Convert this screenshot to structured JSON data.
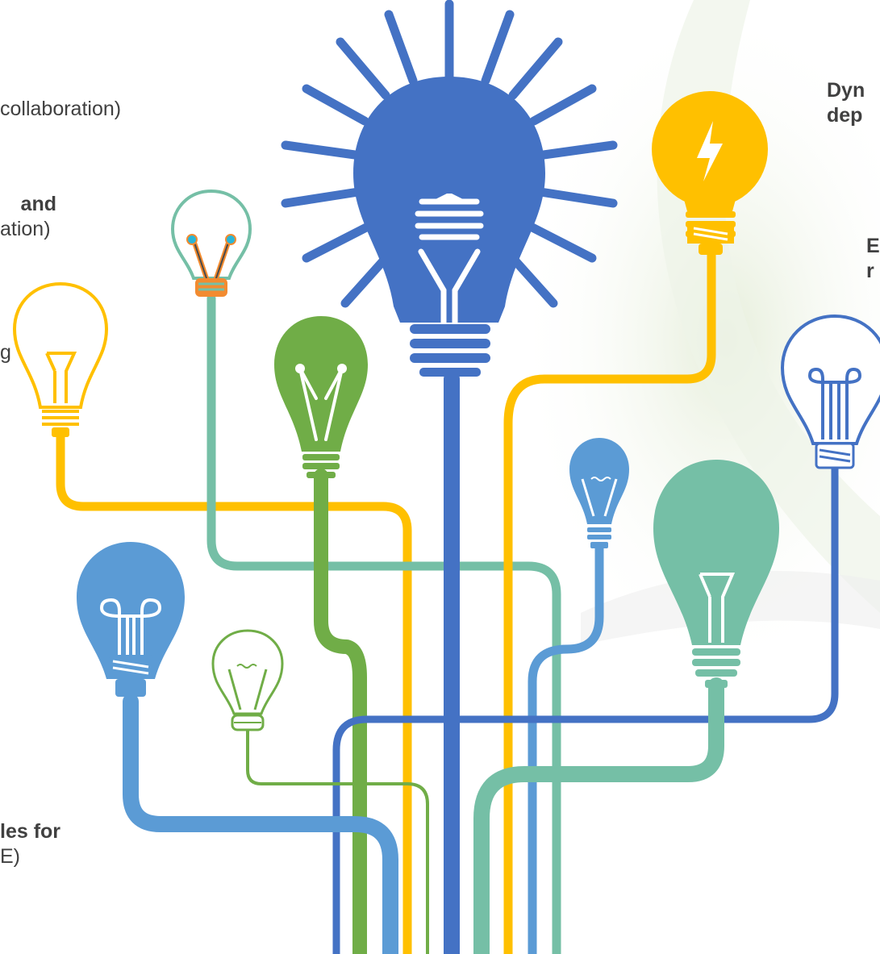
{
  "text_fragments": {
    "left_1_line1": "collaboration)",
    "left_2_line1": "and",
    "left_2_line2": "ation)",
    "left_3_line1": "g",
    "left_4_line1": "les for",
    "left_4_line2": "E)",
    "right_1_line1": "Dyn",
    "right_1_line2": "dep",
    "right_2_line1": "E",
    "right_2_line2": "r"
  },
  "colors": {
    "blue_dark": "#4472c4",
    "blue_light": "#5b9bd5",
    "yellow": "#ffc000",
    "green": "#70ad47",
    "teal": "#75bfa6",
    "text": "#404040"
  },
  "icons": [
    "central-bulb-icon",
    "lightning-bulb-icon",
    "outline-bulb-icon",
    "green-bulb-icon",
    "yellow-outline-bulb-icon",
    "small-blue-bulb-icon",
    "large-teal-bulb-icon",
    "right-outline-bulb-icon",
    "blue-filled-bulb-icon",
    "green-outline-bulb-icon"
  ]
}
